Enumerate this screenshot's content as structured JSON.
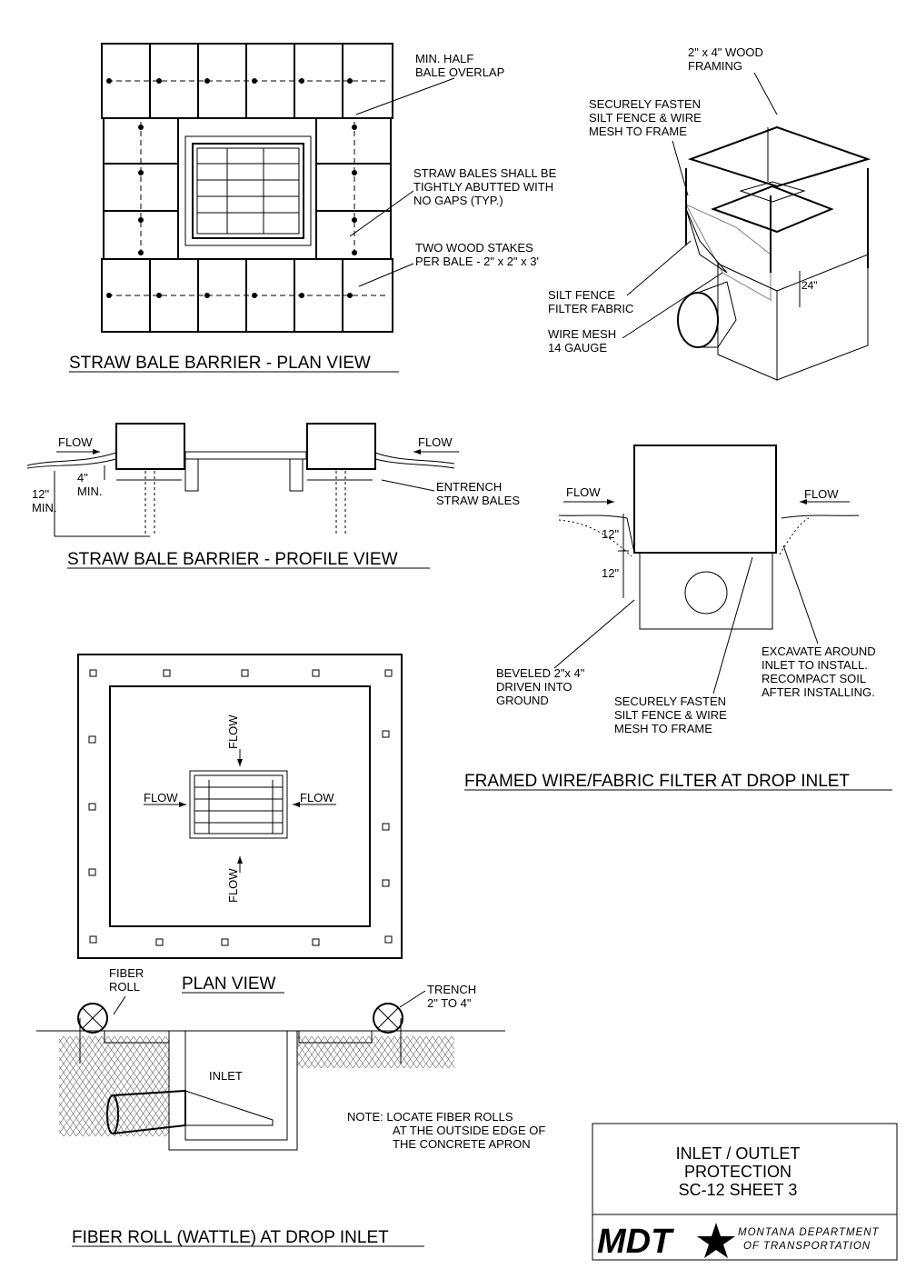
{
  "plan_view_bales": {
    "title": "STRAW BALE BARRIER - PLAN VIEW",
    "note_overlap": [
      "MIN. HALF",
      "BALE OVERLAP"
    ],
    "note_abutted": [
      "STRAW BALES SHALL BE",
      "TIGHTLY ABUTTED WITH",
      "NO GAPS (TYP.)"
    ],
    "note_stakes": [
      "TWO WOOD STAKES",
      "PER BALE  - 2\" x 2\" x 3'"
    ]
  },
  "frame_iso": {
    "framing": [
      "2\" x 4\" WOOD",
      "FRAMING"
    ],
    "fasten": [
      "SECURELY FASTEN",
      "SILT FENCE & WIRE",
      "MESH TO FRAME"
    ],
    "fabric": [
      "SILT FENCE",
      "FILTER FABRIC"
    ],
    "mesh": [
      "WIRE MESH",
      "14 GAUGE"
    ],
    "dim": "24\""
  },
  "profile_view": {
    "title": "STRAW BALE BARRIER - PROFILE VIEW",
    "flow_left": "FLOW",
    "flow_right": "FLOW",
    "dim_4": [
      "4\"",
      "MIN."
    ],
    "dim_12": [
      "12\"",
      "MIN."
    ],
    "entrench": [
      "ENTRENCH",
      "STRAW BALES"
    ]
  },
  "framed_filter": {
    "title": "FRAMED WIRE/FABRIC FILTER AT DROP INLET",
    "flow_left": "FLOW",
    "flow_right": "FLOW",
    "dim_top": "12\"",
    "dim_bottom": "12\"",
    "beveled": [
      "BEVELED 2\"x 4\"",
      "DRIVEN INTO",
      "GROUND"
    ],
    "fasten": [
      "SECURELY FASTEN",
      "SILT FENCE & WIRE",
      "MESH TO FRAME"
    ],
    "excavate": [
      "EXCAVATE AROUND",
      "INLET TO INSTALL.",
      "RECOMPACT SOIL",
      "AFTER INSTALLING."
    ]
  },
  "plan_view_fiber": {
    "title": "PLAN VIEW",
    "flow_top": "FLOW",
    "flow_left": "FLOW",
    "flow_right": "FLOW",
    "flow_bottom": "FLOW"
  },
  "fiber_roll": {
    "title": "FIBER ROLL (WATTLE) AT DROP INLET",
    "fiber_label": [
      "FIBER",
      "ROLL"
    ],
    "trench": [
      "TRENCH",
      "2\" TO 4\""
    ],
    "inlet": "INLET",
    "note": [
      "NOTE:  LOCATE FIBER ROLLS",
      "AT THE OUTSIDE EDGE OF",
      "THE CONCRETE APRON"
    ]
  },
  "title_block": {
    "line1": "INLET / OUTLET",
    "line2": "PROTECTION",
    "line3": "SC-12  SHEET 3",
    "logo": "MDT",
    "agency1": "MONTANA DEPARTMENT",
    "agency2": "OF TRANSPORTATION"
  }
}
